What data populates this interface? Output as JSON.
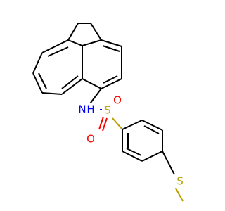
{
  "molecule": {
    "atoms": {
      "n": {
        "label": "N",
        "color": "#0000ff"
      },
      "h": {
        "label": "H",
        "color": "#0000ff"
      },
      "s_sulfonyl": {
        "label": "S",
        "color": "#b8a000"
      },
      "o_top": {
        "label": "O",
        "color": "#ff0000"
      },
      "o_bottom": {
        "label": "O",
        "color": "#ff0000"
      },
      "s_thioether": {
        "label": "S",
        "color": "#b8a000"
      }
    },
    "colors": {
      "carbon_bond": "#000000",
      "nitrogen": "#0000ff",
      "oxygen": "#ff0000",
      "sulfur": "#b8a000"
    }
  }
}
